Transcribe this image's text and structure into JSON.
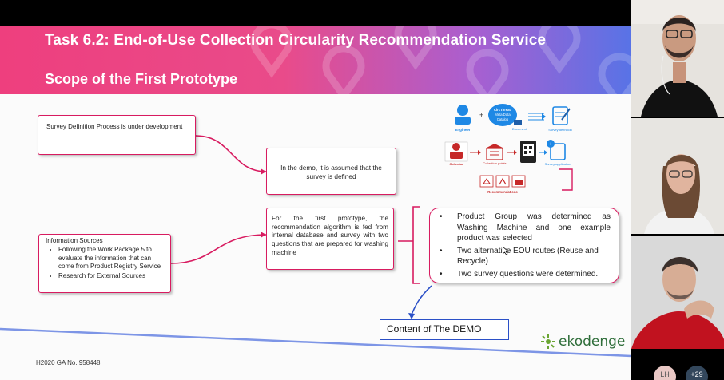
{
  "slide": {
    "title": "Task 6.2: End-of-Use Collection Circularity Recommendation Service",
    "subtitle": "Scope of the First Prototype",
    "survey_box": "Survey Definition Process is under development",
    "demo_box": "In the demo, it is assumed that the survey is defined",
    "info_box": {
      "heading": "Information Sources",
      "items": [
        "Following the Work Package 5 to evaluate the information that can come from Product Registry Service",
        "Research for External Sources"
      ]
    },
    "proto_box": "For the first prototype, the recommendation algorithm is fed from internal database and survey with two questions that are prepared for washing machine",
    "result_box": [
      "Product Group was determined as Washing Machine and one example product was selected",
      "Two alternative EOU routes (Reuse and Recycle)",
      "Two survey questions were determined."
    ],
    "content_box": "Content of The DEMO",
    "footer": "H2020 GA No. 958448",
    "logo": "ekodenge",
    "diagram": {
      "engineer": "Engineer",
      "catalog_lines": [
        "CircThread",
        "Meta Data",
        "Catalog"
      ],
      "document": "Document",
      "survey_definition": "Survey definition",
      "collector": "Collector",
      "collection_points": "Collection points",
      "survey_application": "Survey application",
      "recommendations": "Recommendations"
    }
  },
  "participants": {
    "chip1": "LH",
    "chip2": "+29"
  },
  "colors": {
    "accent": "#d81b60",
    "blue": "#2b50c7",
    "icon_blue": "#1e88e5",
    "icon_red": "#c62828"
  }
}
